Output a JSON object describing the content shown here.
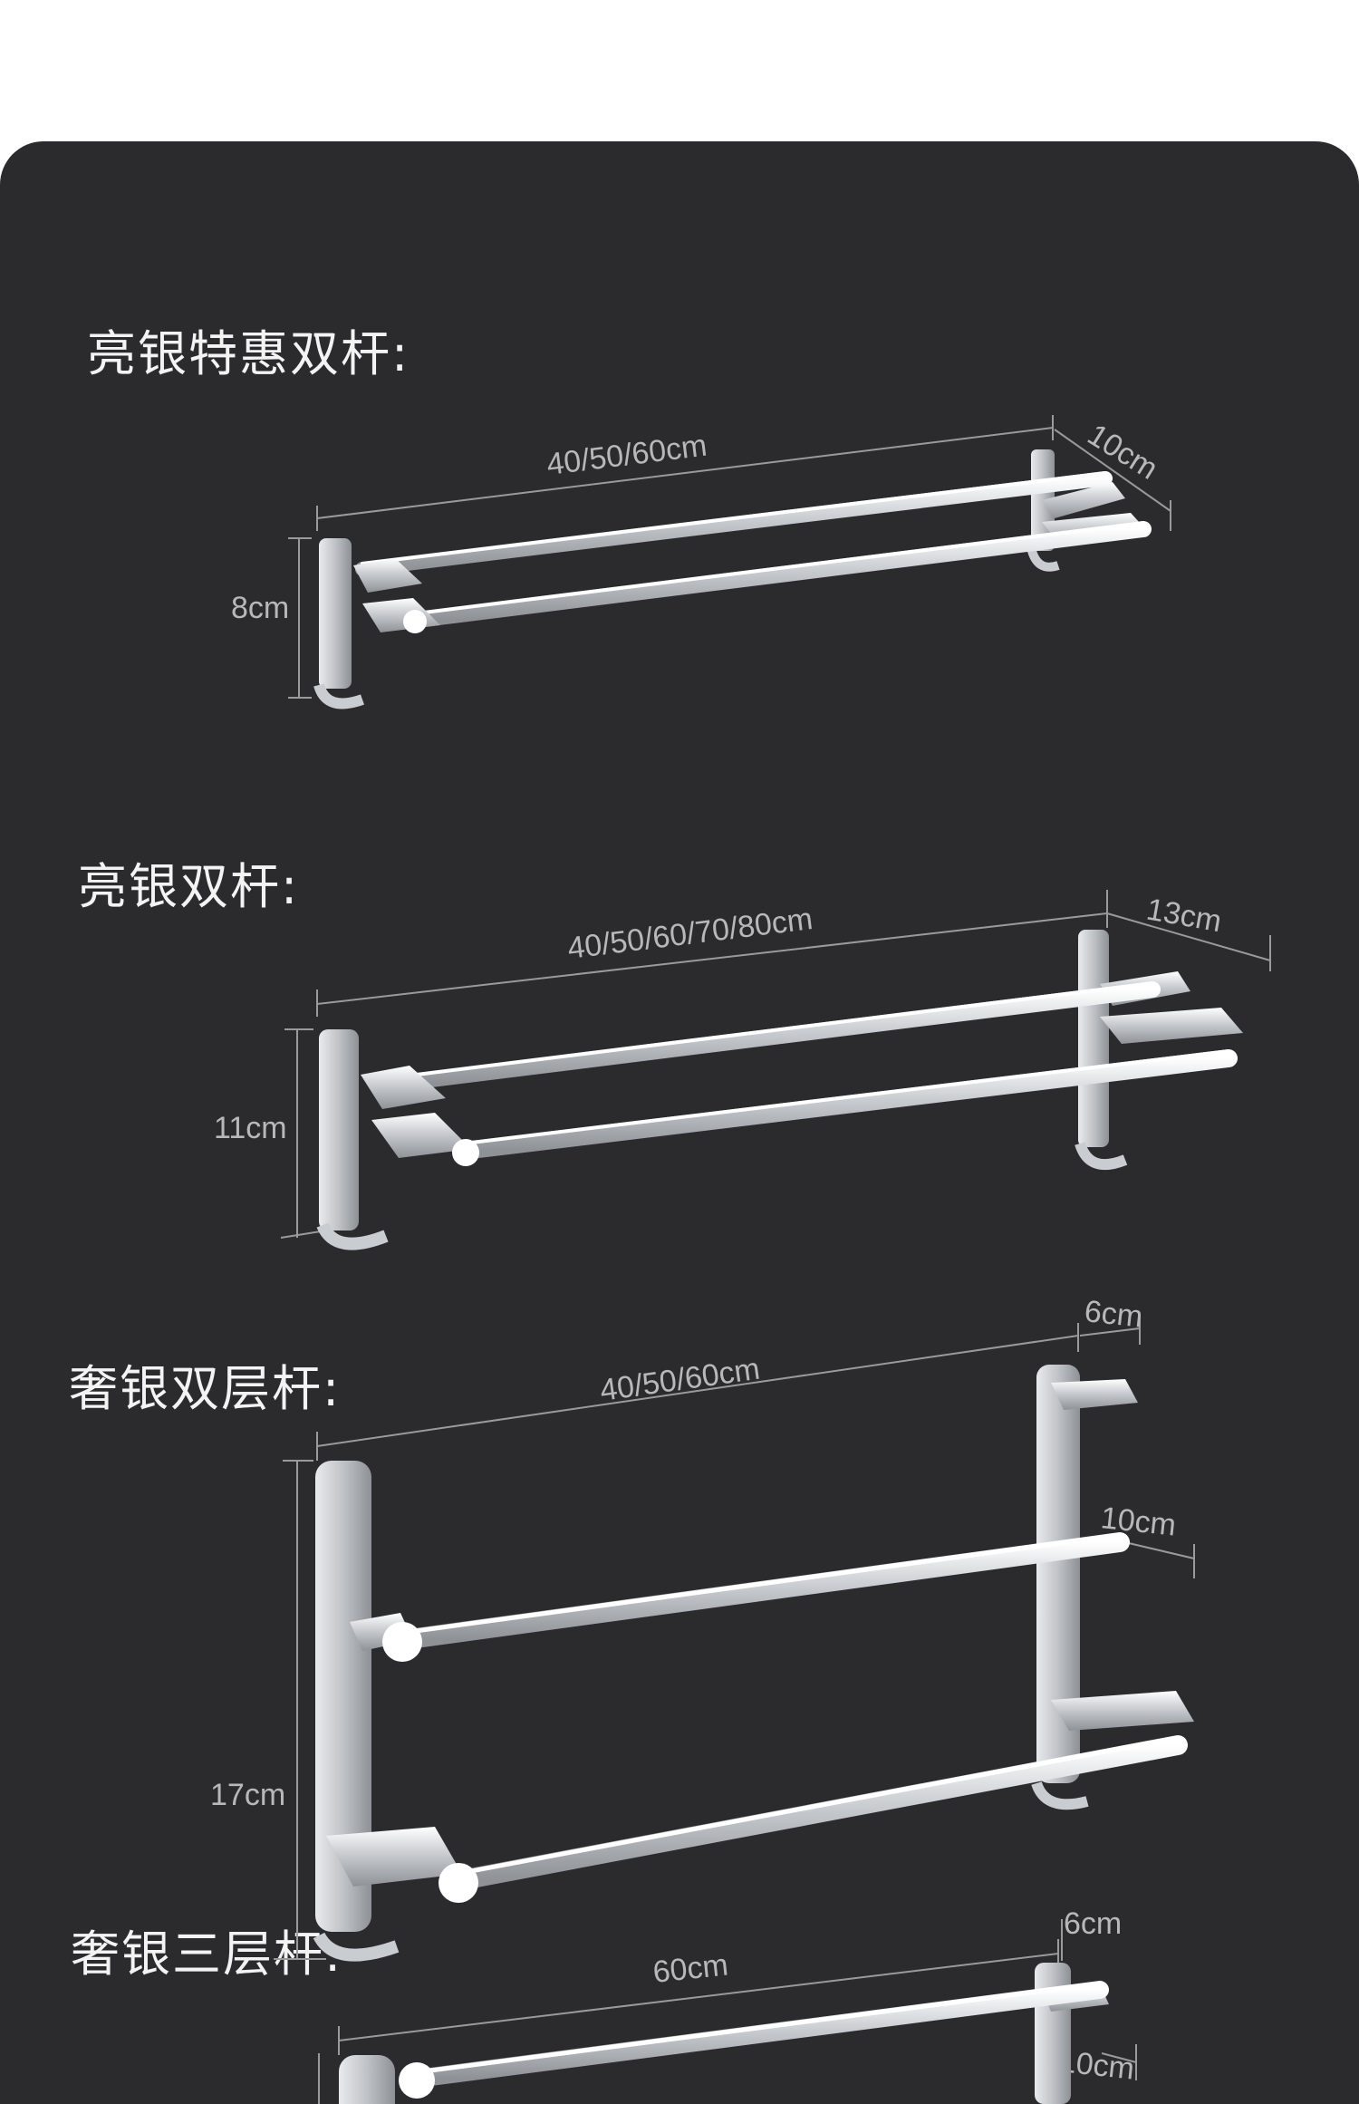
{
  "products": [
    {
      "title": "亮银特惠双杆:",
      "length": "40/50/60cm",
      "depth": "10cm",
      "height": "8cm"
    },
    {
      "title": "亮银双杆:",
      "length": "40/50/60/70/80cm",
      "depth": "13cm",
      "height": "11cm"
    },
    {
      "title": "奢银双层杆:",
      "length": "40/50/60cm",
      "depth_top": "6cm",
      "depth_bottom": "10cm",
      "height": "17cm"
    },
    {
      "title": "奢银三层杆:",
      "length": "60cm",
      "depth_top": "6cm",
      "depth_mid": "10cm"
    }
  ],
  "colors": {
    "background": "#2b2b2d",
    "text": "#f3f3f3",
    "dimension": "#b8b8b8",
    "metal": "#d8dadd"
  }
}
